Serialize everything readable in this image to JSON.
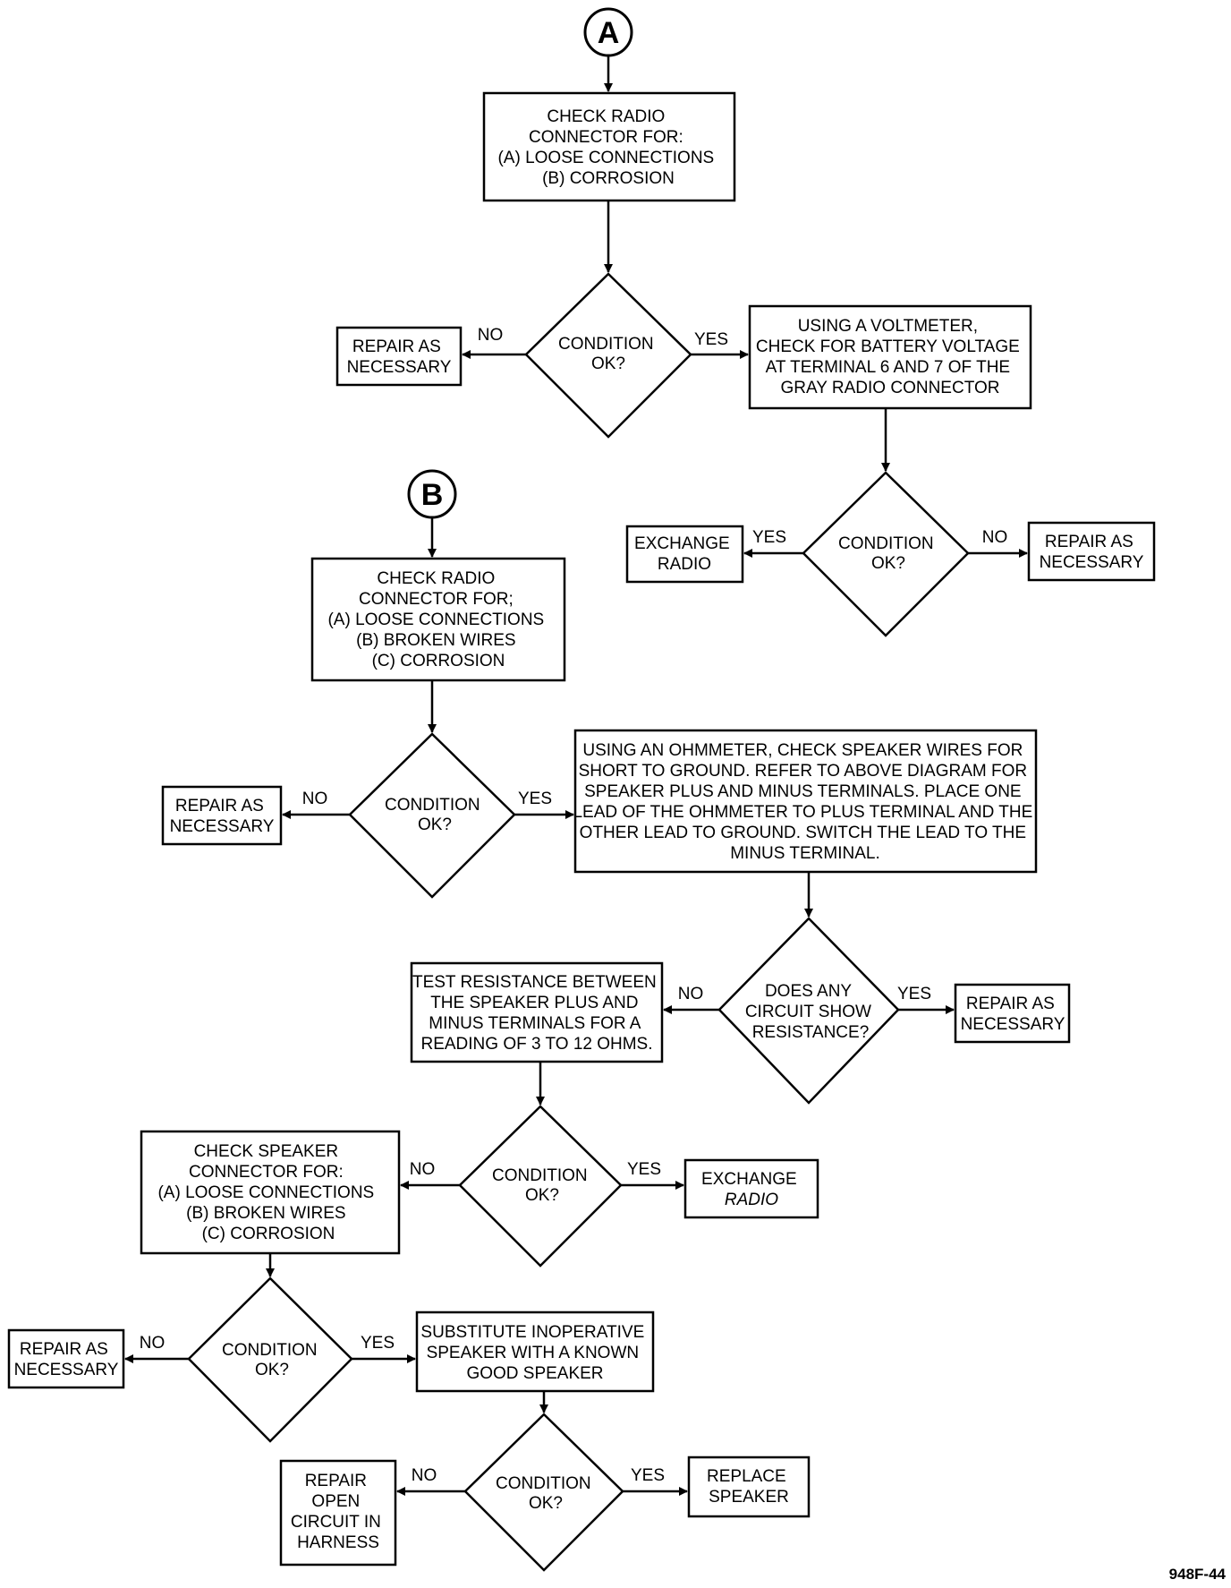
{
  "connectors": {
    "a": "A",
    "b": "B"
  },
  "boxes": {
    "check_radio_a": [
      "CHECK RADIO",
      "CONNECTOR FOR:",
      "(A) LOOSE CONNECTIONS",
      "(B) CORROSION"
    ],
    "repair_1": [
      "REPAIR AS",
      "NECESSARY"
    ],
    "voltmeter": [
      "USING A VOLTMETER,",
      "CHECK FOR BATTERY VOLTAGE",
      "AT TERMINAL 6 AND 7 OF THE",
      "GRAY RADIO CONNECTOR"
    ],
    "exchange_1": [
      "EXCHANGE",
      "RADIO"
    ],
    "repair_2": [
      "REPAIR AS",
      "NECESSARY"
    ],
    "check_radio_b": [
      "CHECK RADIO",
      "CONNECTOR FOR;",
      "(A) LOOSE CONNECTIONS",
      "(B) BROKEN WIRES",
      "(C) CORROSION"
    ],
    "repair_3": [
      "REPAIR AS",
      "NECESSARY"
    ],
    "ohmmeter": [
      "USING AN OHMMETER, CHECK SPEAKER WIRES FOR",
      "SHORT TO GROUND. REFER TO ABOVE DIAGRAM FOR",
      "SPEAKER PLUS AND MINUS TERMINALS. PLACE ONE",
      "LEAD OF THE OHMMETER TO PLUS TERMINAL AND THE",
      "OTHER LEAD TO GROUND. SWITCH THE LEAD TO THE",
      "MINUS TERMINAL."
    ],
    "test_resistance": [
      "TEST RESISTANCE BETWEEN",
      "THE SPEAKER PLUS AND",
      "MINUS TERMINALS FOR A",
      "READING OF 3 TO 12 OHMS."
    ],
    "repair_4": [
      "REPAIR AS",
      "NECESSARY"
    ],
    "check_speaker": [
      "CHECK SPEAKER",
      "CONNECTOR FOR:",
      "(A) LOOSE CONNECTIONS",
      "(B) BROKEN WIRES",
      "(C) CORROSION"
    ],
    "exchange_2": [
      "EXCHANGE",
      "RADIO"
    ],
    "repair_5": [
      "REPAIR AS",
      "NECESSARY"
    ],
    "substitute": [
      "SUBSTITUTE INOPERATIVE",
      "SPEAKER WITH A KNOWN",
      "GOOD SPEAKER"
    ],
    "repair_open": [
      "REPAIR",
      "OPEN",
      "CIRCUIT IN",
      "HARNESS"
    ],
    "replace": [
      "REPLACE",
      "SPEAKER"
    ]
  },
  "decisions": {
    "d1": [
      "CONDITION",
      "OK?"
    ],
    "d2": [
      "CONDITION",
      "OK?"
    ],
    "d3": [
      "CONDITION",
      "OK?"
    ],
    "d4": [
      "DOES ANY",
      "CIRCUIT SHOW",
      "RESISTANCE?"
    ],
    "d5": [
      "CONDITION",
      "OK?"
    ],
    "d6": [
      "CONDITION",
      "OK?"
    ],
    "d7": [
      "CONDITION",
      "OK?"
    ]
  },
  "labels": {
    "yes": "YES",
    "no": "NO"
  },
  "figure_id": "948F-44",
  "colors": {
    "ink": "#000000",
    "paper": "#ffffff"
  }
}
